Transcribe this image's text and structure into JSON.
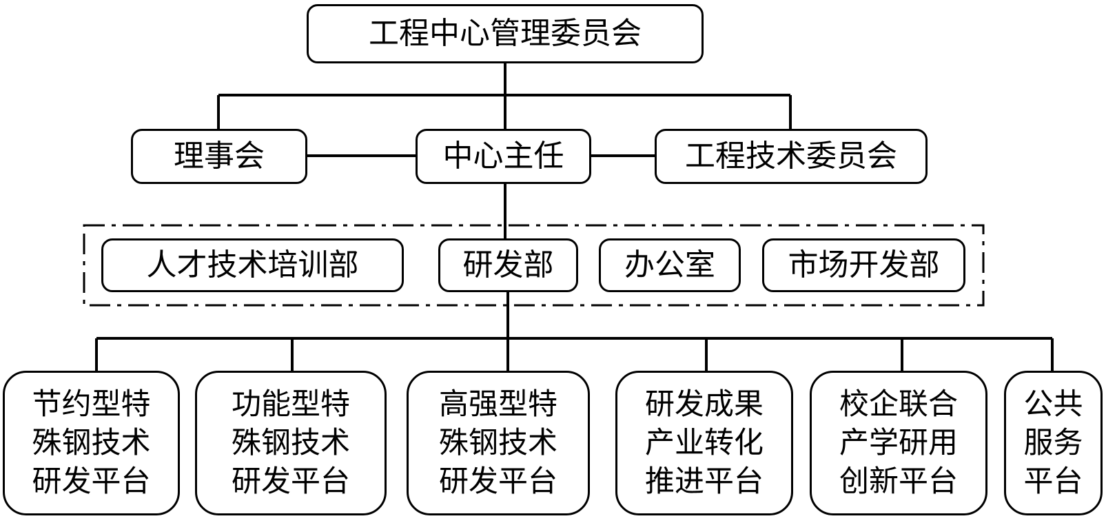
{
  "root": {
    "label": "工程中心管理委员会"
  },
  "second_level": {
    "board": "理事会",
    "director": "中心主任",
    "tech_committee": "工程技术委员会"
  },
  "departments": {
    "talent_training": "人才技术培训部",
    "rnd": "研发部",
    "office": "办公室",
    "market_development": "市场开发部"
  },
  "platforms": [
    {
      "lines": [
        "节约型特",
        "殊钢技术",
        "研发平台"
      ]
    },
    {
      "lines": [
        "功能型特",
        "殊钢技术",
        "研发平台"
      ]
    },
    {
      "lines": [
        "高强型特",
        "殊钢技术",
        "研发平台"
      ]
    },
    {
      "lines": [
        "研发成果",
        "产业转化",
        "推进平台"
      ]
    },
    {
      "lines": [
        "校企联合",
        "产学研用",
        "创新平台"
      ]
    },
    {
      "lines": [
        "公共",
        "服务",
        "平台"
      ]
    }
  ]
}
